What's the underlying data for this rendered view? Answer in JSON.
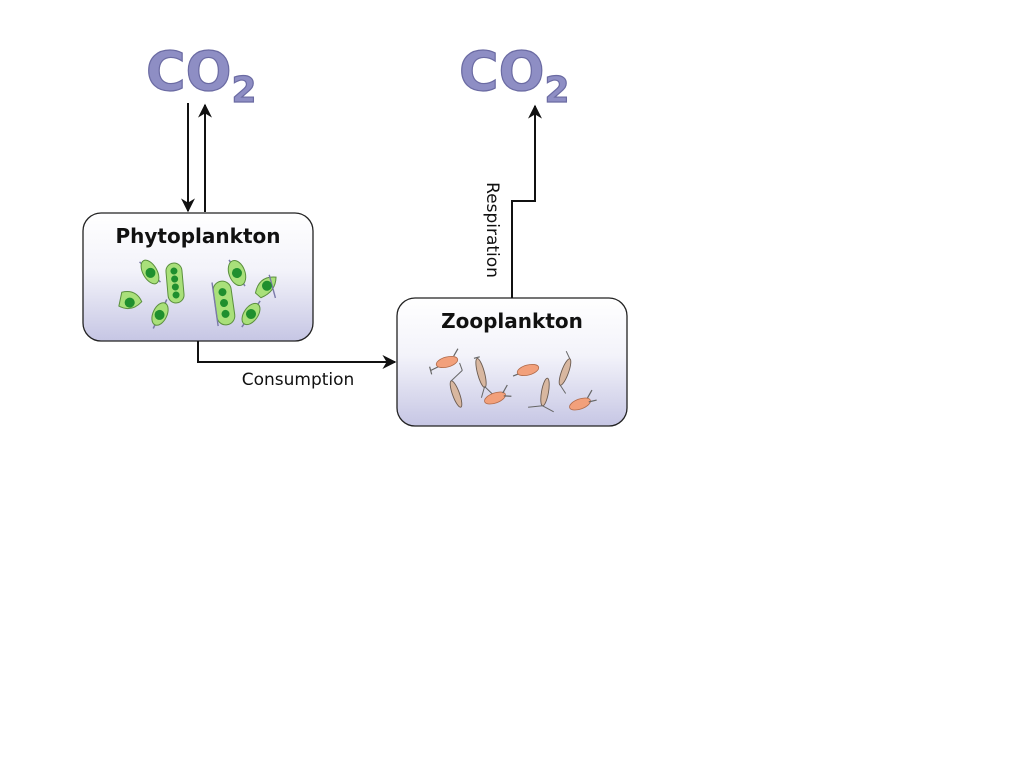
{
  "co2_left": {
    "main": "CO",
    "sub": "2"
  },
  "co2_right": {
    "main": "CO",
    "sub": "2"
  },
  "phytoplankton": {
    "title": "Phytoplankton"
  },
  "zooplankton": {
    "title": "Zooplankton"
  },
  "edges": {
    "consumption": "Consumption",
    "respiration": "Respiration"
  },
  "colors": {
    "co2_fill": "#8e8ec4",
    "box_gradient_top": "#ffffff",
    "box_gradient_bottom": "#c9c9e6",
    "phyto_cell": "#a9e07a",
    "phyto_nucleus": "#1f8f2e",
    "zoo_body": "#f2a07b",
    "zoo_limbs": "#666666"
  },
  "icons": {
    "phytoplankton": "phytoplankton-cells-icon",
    "zooplankton": "zooplankton-copepods-icon"
  }
}
